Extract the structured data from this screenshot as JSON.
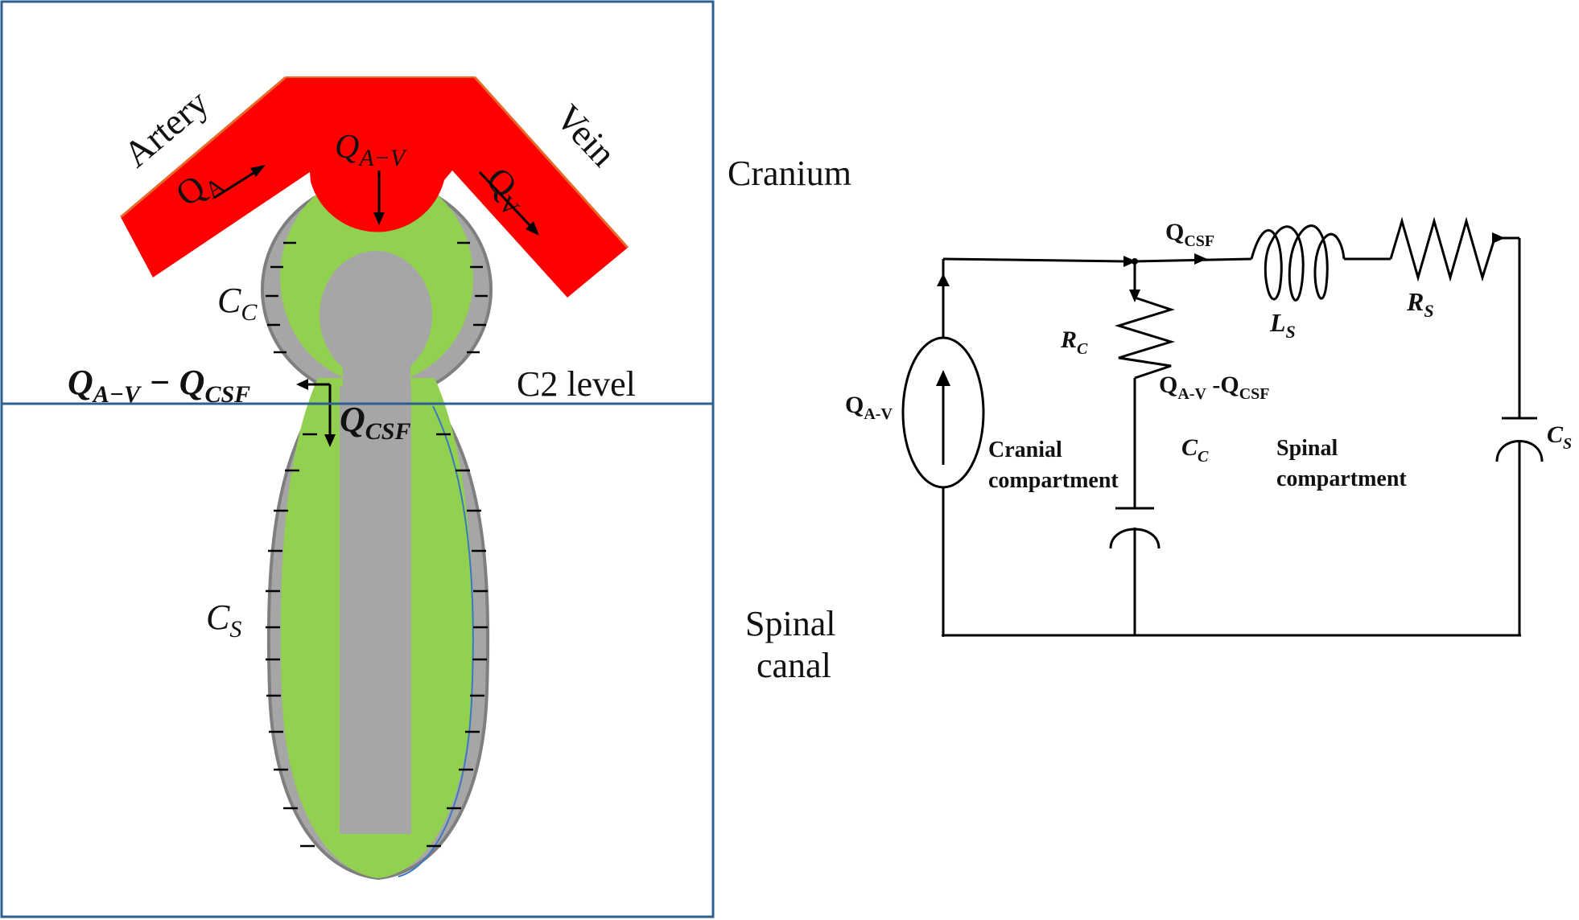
{
  "colors": {
    "vessel": "#ff0000",
    "vessel_edge": "#e86a2a",
    "csf": "#92d050",
    "tissue": "#a6a6a6",
    "membrane": "#7f7f7f",
    "frame": "#2e5f91",
    "ink": "#000000"
  },
  "anatomy": {
    "artery_label": "Artery",
    "vein_label": "Vein",
    "qa": {
      "main": "Q",
      "sub": "A"
    },
    "qav": {
      "main": "Q",
      "sub": "A−V"
    },
    "qv": {
      "main": "Q",
      "sub": "V"
    },
    "cc": {
      "main": "C",
      "sub": "C"
    },
    "cs": {
      "main": "C",
      "sub": "S"
    },
    "qav_minus_qcsf": {
      "main1": "Q",
      "sub1": "A−V",
      "op": " − ",
      "main2": "Q",
      "sub2": "CSF"
    },
    "qcsf": {
      "main": "Q",
      "sub": "CSF"
    },
    "cranium_label": "Cranium",
    "c2_label": "C2 level",
    "spinal_line1": "Spinal",
    "spinal_line2": "canal"
  },
  "circuit": {
    "qav_source": {
      "main": "Q",
      "sub": "A-V"
    },
    "qcsf": {
      "main": "Q",
      "sub": "CSF"
    },
    "ls": {
      "main": "L",
      "sub": "S"
    },
    "rs": {
      "main": "R",
      "sub": "S"
    },
    "rc": {
      "main": "R",
      "sub": "C"
    },
    "qav_qcsf": {
      "main1": "Q",
      "sub1": "A-V",
      "mid": " -Q",
      "sub2": "CSF"
    },
    "cc": {
      "main": "C",
      "sub": "C"
    },
    "cs": {
      "main": "C",
      "sub": "S"
    },
    "cranial_line1": "Cranial",
    "cranial_line2": "compartment",
    "spinal_line1": "Spinal",
    "spinal_line2": "compartment"
  }
}
